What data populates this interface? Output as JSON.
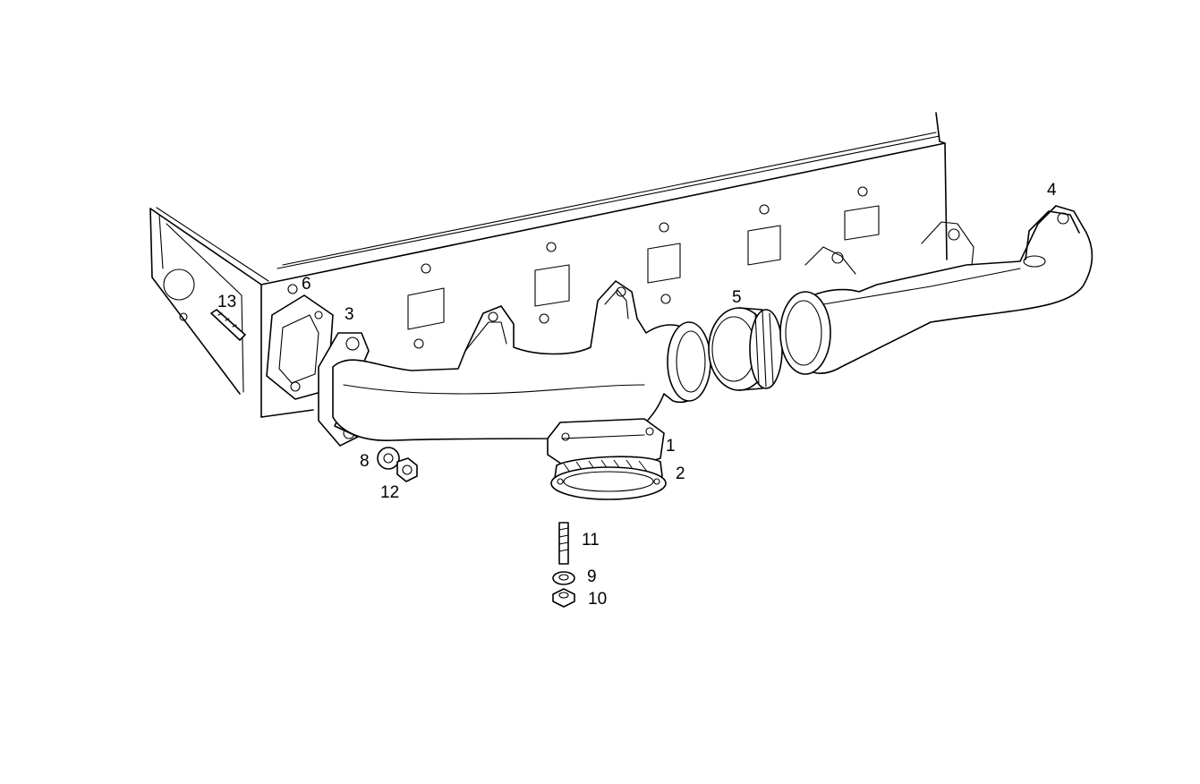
{
  "diagram": {
    "part_labels": [
      {
        "id": "1",
        "text": "1"
      },
      {
        "id": "2",
        "text": "2"
      },
      {
        "id": "3",
        "text": "3"
      },
      {
        "id": "4",
        "text": "4"
      },
      {
        "id": "5",
        "text": "5"
      },
      {
        "id": "6",
        "text": "6"
      },
      {
        "id": "8",
        "text": "8"
      },
      {
        "id": "9",
        "text": "9"
      },
      {
        "id": "10",
        "text": "10"
      },
      {
        "id": "11",
        "text": "11"
      },
      {
        "id": "12",
        "text": "12"
      },
      {
        "id": "13",
        "text": "13"
      }
    ]
  }
}
